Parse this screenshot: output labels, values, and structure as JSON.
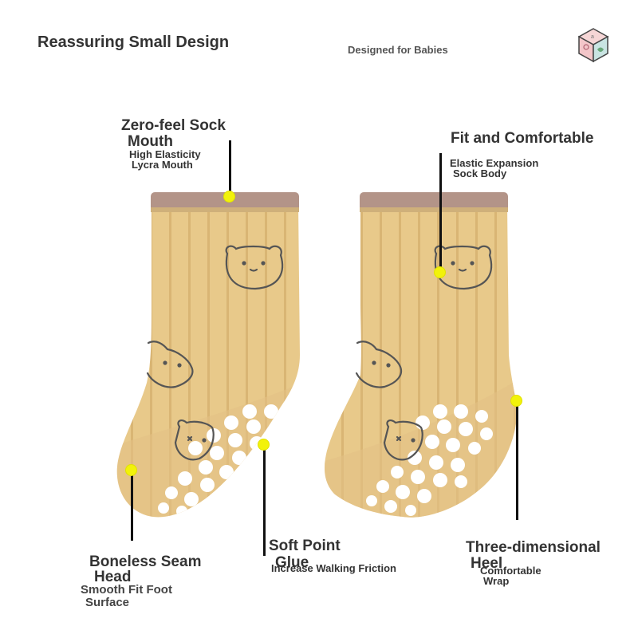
{
  "header": {
    "title": "Reassuring Small Design",
    "subtitle": "Designed for Babies",
    "logo_icon": "cube-logo-icon"
  },
  "colors": {
    "sock_body": "#e8c98a",
    "sock_shade": "#d9b574",
    "sock_cuff": "#b39488",
    "grip_dots": "#ffffff",
    "bear_outline": "#555555",
    "marker_dot": "#f2f20a",
    "leader_line": "#111111"
  },
  "callouts": {
    "sock_mouth": {
      "title_line1": "Zero-feel Sock",
      "title_line2": "Mouth",
      "sub_line1": "High Elasticity",
      "sub_line2": "Lycra Mouth"
    },
    "fit": {
      "title": "Fit and Comfortable",
      "sub_line1": "Elastic Expansion",
      "sub_line2": "Sock Body"
    },
    "seam_head": {
      "title_line1": "Boneless Seam",
      "title_line2": "Head",
      "sub_line1": "Smooth Fit Foot",
      "sub_line2": "Surface"
    },
    "soft_point": {
      "title_line1": "Soft Point",
      "title_line2": "Glue",
      "sub": "Increase Walking Friction"
    },
    "heel": {
      "title_line1": "Three-dimensional",
      "title_line2": "Heel",
      "sub_line1": "Comfortable",
      "sub_line2": "Wrap"
    }
  }
}
